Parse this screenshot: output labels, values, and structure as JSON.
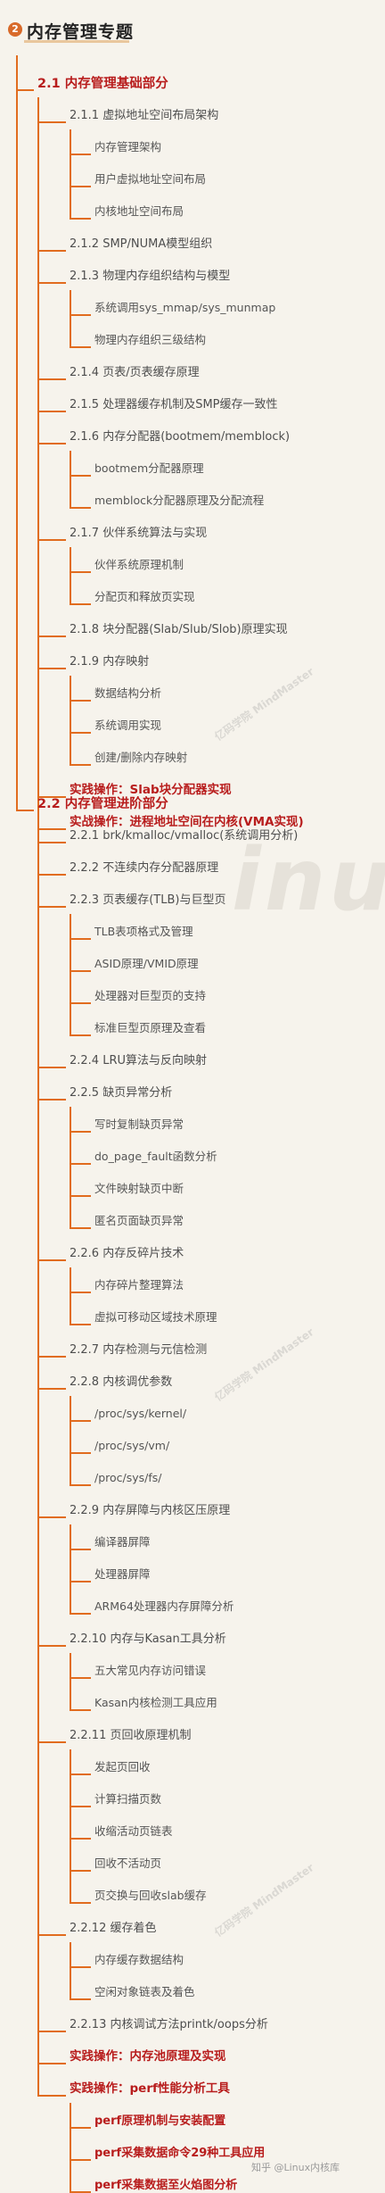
{
  "header": {
    "badge": "2",
    "title": "内存管理专题"
  },
  "sections": [
    {
      "title": "2.1 内存管理基础部分",
      "items": [
        {
          "label": "2.1.1 虚拟地址空间布局架构",
          "children": [
            "内存管理架构",
            "用户虚拟地址空间布局",
            "内核地址空间布局"
          ]
        },
        {
          "label": "2.1.2 SMP/NUMA模型组织",
          "children": []
        },
        {
          "label": "2.1.3 物理内存组织结构与模型",
          "children": [
            "系统调用sys_mmap/sys_munmap",
            "物理内存组织三级结构"
          ]
        },
        {
          "label": "2.1.4 页表/页表缓存原理",
          "children": []
        },
        {
          "label": "2.1.5 处理器缓存机制及SMP缓存一致性",
          "children": []
        },
        {
          "label": "2.1.6 内存分配器(bootmem/memblock)",
          "children": [
            "bootmem分配器原理",
            "memblock分配器原理及分配流程"
          ]
        },
        {
          "label": "2.1.7 伙伴系统算法与实现",
          "children": [
            "伙伴系统原理机制",
            "分配页和释放页实现"
          ]
        },
        {
          "label": "2.1.8 块分配器(Slab/Slub/Slob)原理实现",
          "children": []
        },
        {
          "label": "2.1.9 内存映射",
          "children": [
            "数据结构分析",
            "系统调用实现",
            "创建/删除内存映射"
          ]
        }
      ],
      "practices": [
        "实践操作：Slab块分配器实现",
        "实战操作：进程地址空间在内核(VMA实现)"
      ]
    },
    {
      "title": "2.2 内存管理进阶部分",
      "items": [
        {
          "label": "2.2.1 brk/kmalloc/vmalloc(系统调用分析)",
          "children": []
        },
        {
          "label": "2.2.2 不连续内存分配器原理",
          "children": []
        },
        {
          "label": "2.2.3 页表缓存(TLB)与巨型页",
          "children": [
            "TLB表项格式及管理",
            "ASID原理/VMID原理",
            "处理器对巨型页的支持",
            "标准巨型页原理及查看"
          ]
        },
        {
          "label": "2.2.4 LRU算法与反向映射",
          "children": []
        },
        {
          "label": "2.2.5 缺页异常分析",
          "children": [
            "写时复制缺页异常",
            "do_page_fault函数分析",
            "文件映射缺页中断",
            "匿名页面缺页异常"
          ]
        },
        {
          "label": "2.2.6 内存反碎片技术",
          "children": [
            "内存碎片整理算法",
            "虚拟可移动区域技术原理"
          ]
        },
        {
          "label": "2.2.7 内存检测与元信检测",
          "children": []
        },
        {
          "label": "2.2.8 内核调优参数",
          "children": [
            "/proc/sys/kernel/",
            "/proc/sys/vm/",
            "/proc/sys/fs/"
          ]
        },
        {
          "label": "2.2.9 内存屏障与内核区压原理",
          "children": [
            "编译器屏障",
            "处理器屏障",
            "ARM64处理器内存屏障分析"
          ]
        },
        {
          "label": "2.2.10 内存与Kasan工具分析",
          "children": [
            "五大常见内存访问错误",
            "Kasan内核检测工具应用"
          ]
        },
        {
          "label": "2.2.11 页回收原理机制",
          "children": [
            "发起页回收",
            "计算扫描页数",
            "收缩活动页链表",
            "回收不活动页",
            "页交换与回收slab缓存"
          ]
        },
        {
          "label": "2.2.12 缓存着色",
          "children": [
            "内存缓存数据结构",
            "空闲对象链表及着色"
          ]
        },
        {
          "label": "2.2.13 内核调试方法printk/oops分析",
          "children": []
        }
      ],
      "practices": [
        "实践操作：内存池原理及实现",
        "实践操作：perf性能分析工具"
      ],
      "practice_children": [
        "perf原理机制与安装配置",
        "perf采集数据命令29种工具应用",
        "perf采集数据至火焰图分析"
      ]
    }
  ],
  "watermarks": {
    "big": "inux",
    "logo": "亿码学院 MindMaster"
  },
  "footer": "知乎 @Linux内核库"
}
